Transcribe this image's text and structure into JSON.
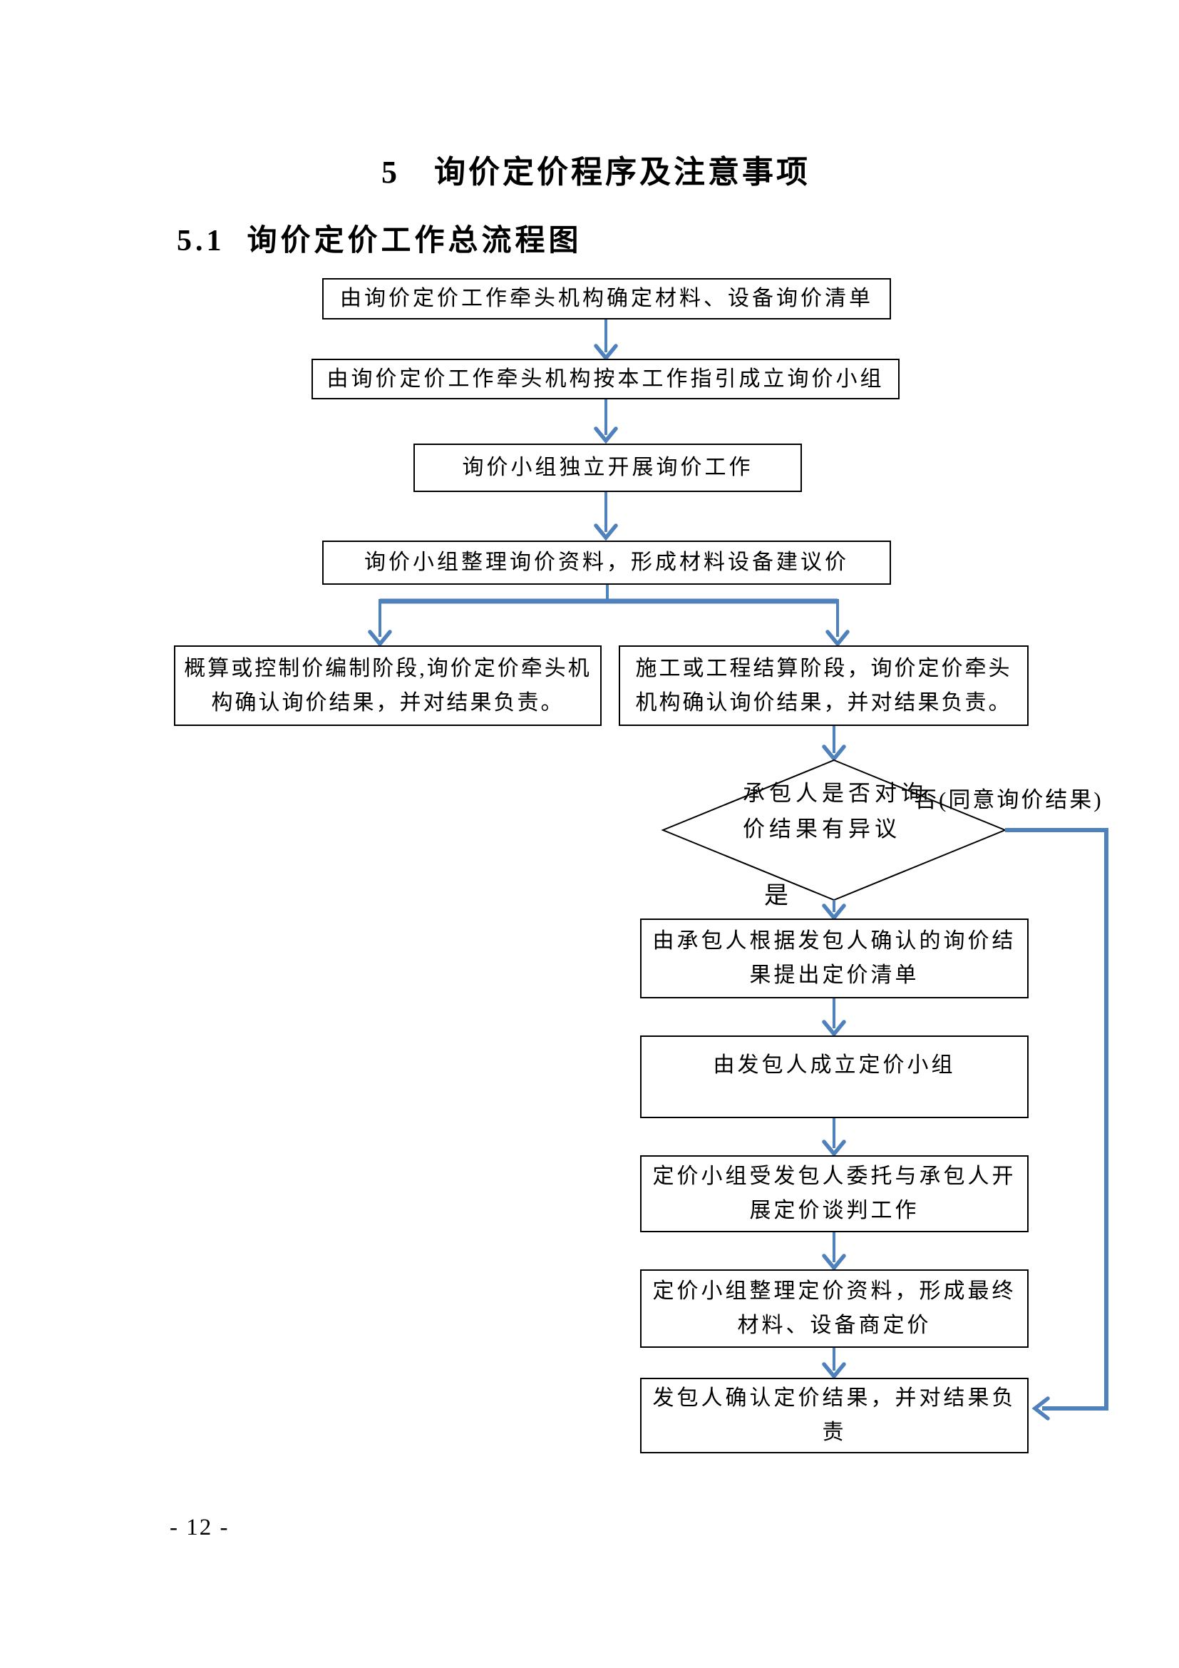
{
  "page": {
    "title": "5　询价定价程序及注意事项",
    "section_heading": "5.1  询价定价工作总流程图",
    "page_number": "- 12 -"
  },
  "flowchart": {
    "nodes": {
      "box1": "由询价定价工作牵头机构确定材料、设备询价清单",
      "box2": "由询价定价工作牵头机构按本工作指引成立询价小组",
      "box3": "询价小组独立开展询价工作",
      "box4": "询价小组整理询价资料，形成材料设备建议价",
      "box5": "概算或控制价编制阶段,询价定价牵头机构确认询价结果，并对结果负责。",
      "box6": "施工或工程结算阶段，询价定价牵头机构确认询价结果，并对结果负责。",
      "diamond": "承包人是否对询价结果有异议",
      "box7": "由承包人根据发包人确认的询价结果提出定价清单",
      "box8": "由发包人成立定价小组",
      "box9": "定价小组受发包人委托与承包人开展定价谈判工作",
      "box10": "定价小组整理定价资料，形成最终材料、设备商定价",
      "box11": "发包人确认定价结果，并对结果负责"
    },
    "labels": {
      "no": "否(同意询价结果)",
      "yes": "是"
    },
    "colors": {
      "connector": "#4f81bd",
      "box_border": "#000000",
      "text": "#000000"
    }
  }
}
